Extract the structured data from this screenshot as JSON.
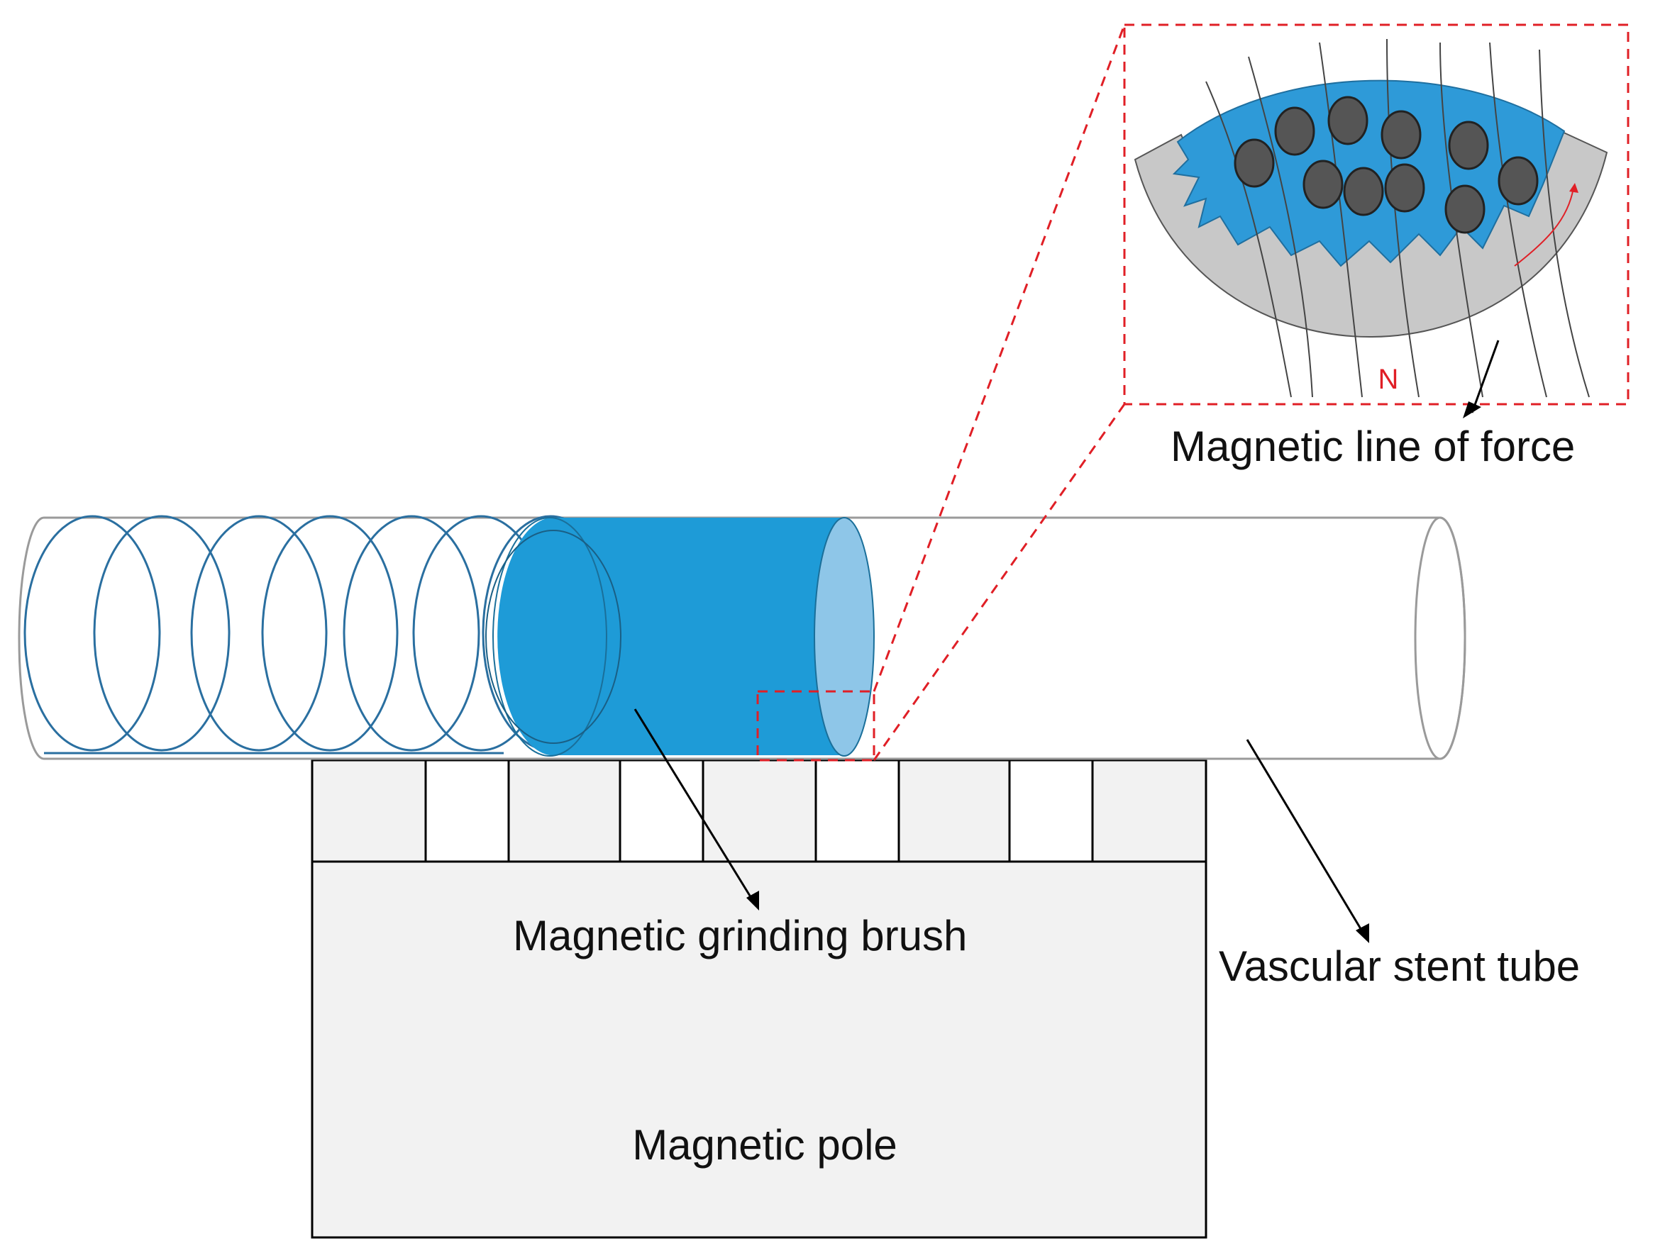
{
  "labels": {
    "magnetic_line_of_force": "Magnetic line of force",
    "magnetic_grinding_brush": "Magnetic grinding brush",
    "vascular_stent_tube": "Vascular stent tube",
    "magnetic_pole": "Magnetic pole",
    "north_pole_marker": "N"
  },
  "colors": {
    "brush_blue": "#1e9bd7",
    "brush_end_light": "#8ec6e8",
    "spring_blue": "#2a6fa0",
    "zoom_red": "#e01f26",
    "pole_fill": "#f2f2f2",
    "tube_outline": "#9a9a9a",
    "workpiece_gray": "#c8c8c8",
    "particle_dark": "#555555"
  },
  "icons": {
    "spring": "helix-coil",
    "zoom_box": "dashed-magnifier-box",
    "particles": "abrasive-particle-circles"
  }
}
